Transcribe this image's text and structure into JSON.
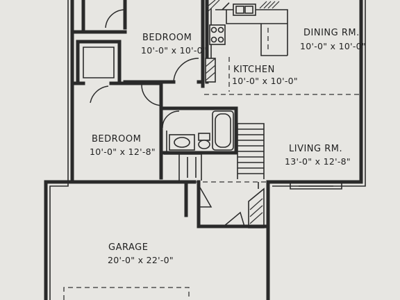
{
  "rooms": {
    "bedroom_1": {
      "name": "BEDROOM",
      "dims": "10'-0\" x 10'-0\""
    },
    "kitchen": {
      "name": "KITCHEN",
      "dims": "10'-0\" x 10'-0\""
    },
    "dining": {
      "name": "DINING RM.",
      "dims": "10'-0\" x 10'-0\""
    },
    "bedroom_2": {
      "name": "BEDROOM",
      "dims": "10'-0\" x 12'-8\""
    },
    "living": {
      "name": "LIVING RM.",
      "dims": "13'-0\" x 12'-8\""
    },
    "garage": {
      "name": "GARAGE",
      "dims": "20'-0\" x 22'-0\""
    }
  }
}
